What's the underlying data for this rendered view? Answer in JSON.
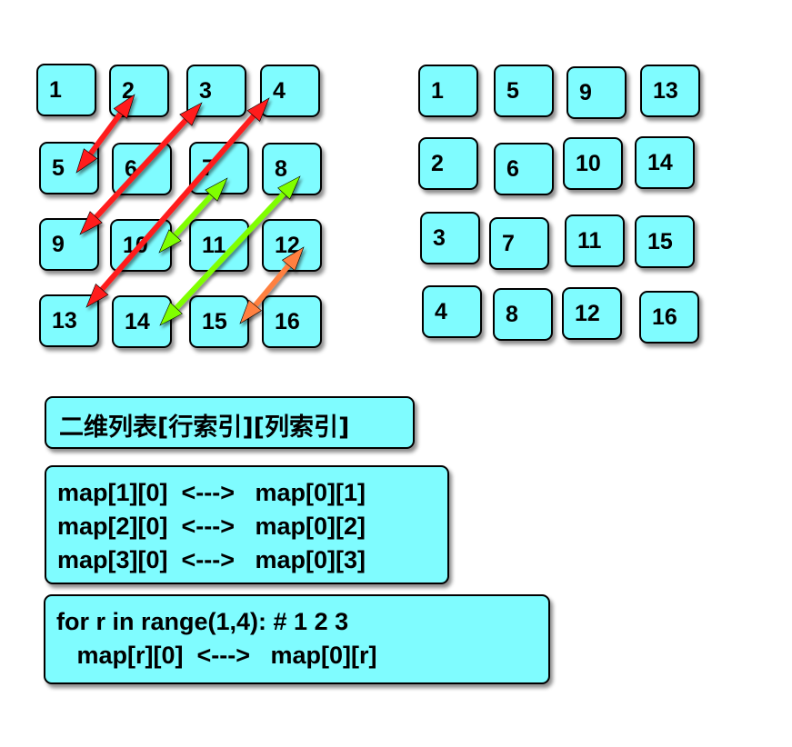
{
  "left_grid": [
    [
      "1",
      "2",
      "3",
      "4"
    ],
    [
      "5",
      "6",
      "7",
      "8"
    ],
    [
      "9",
      "10",
      "11",
      "12"
    ],
    [
      "13",
      "14",
      "15",
      "16"
    ]
  ],
  "right_grid": [
    [
      "1",
      "5",
      "9",
      "13"
    ],
    [
      "2",
      "6",
      "10",
      "14"
    ],
    [
      "3",
      "7",
      "11",
      "15"
    ],
    [
      "4",
      "8",
      "12",
      "16"
    ]
  ],
  "colors": {
    "cell_fill": "#7ffcff",
    "arrow_red": "#ff1a1a",
    "arrow_green": "#80ff00",
    "arrow_orange": "#ff8040"
  },
  "arrows": [
    {
      "from": "2",
      "to": "5",
      "color": "red"
    },
    {
      "from": "3",
      "to": "9",
      "color": "red"
    },
    {
      "from": "4",
      "to": "13",
      "color": "red"
    },
    {
      "from": "7",
      "to": "10",
      "color": "green"
    },
    {
      "from": "8",
      "to": "14",
      "color": "green"
    },
    {
      "from": "12",
      "to": "15",
      "color": "orange"
    }
  ],
  "title_box": {
    "text": "二维列表[行索引][列索引]"
  },
  "swap_box": {
    "lines": [
      "map[1][0]  <--->   map[0][1]",
      "map[2][0]  <--->   map[0][2]",
      "map[3][0]  <--->   map[0][3]"
    ]
  },
  "loop_box": {
    "lines": [
      "for r in range(1,4): # 1 2 3",
      "   map[r][0]  <--->   map[0][r]"
    ]
  }
}
